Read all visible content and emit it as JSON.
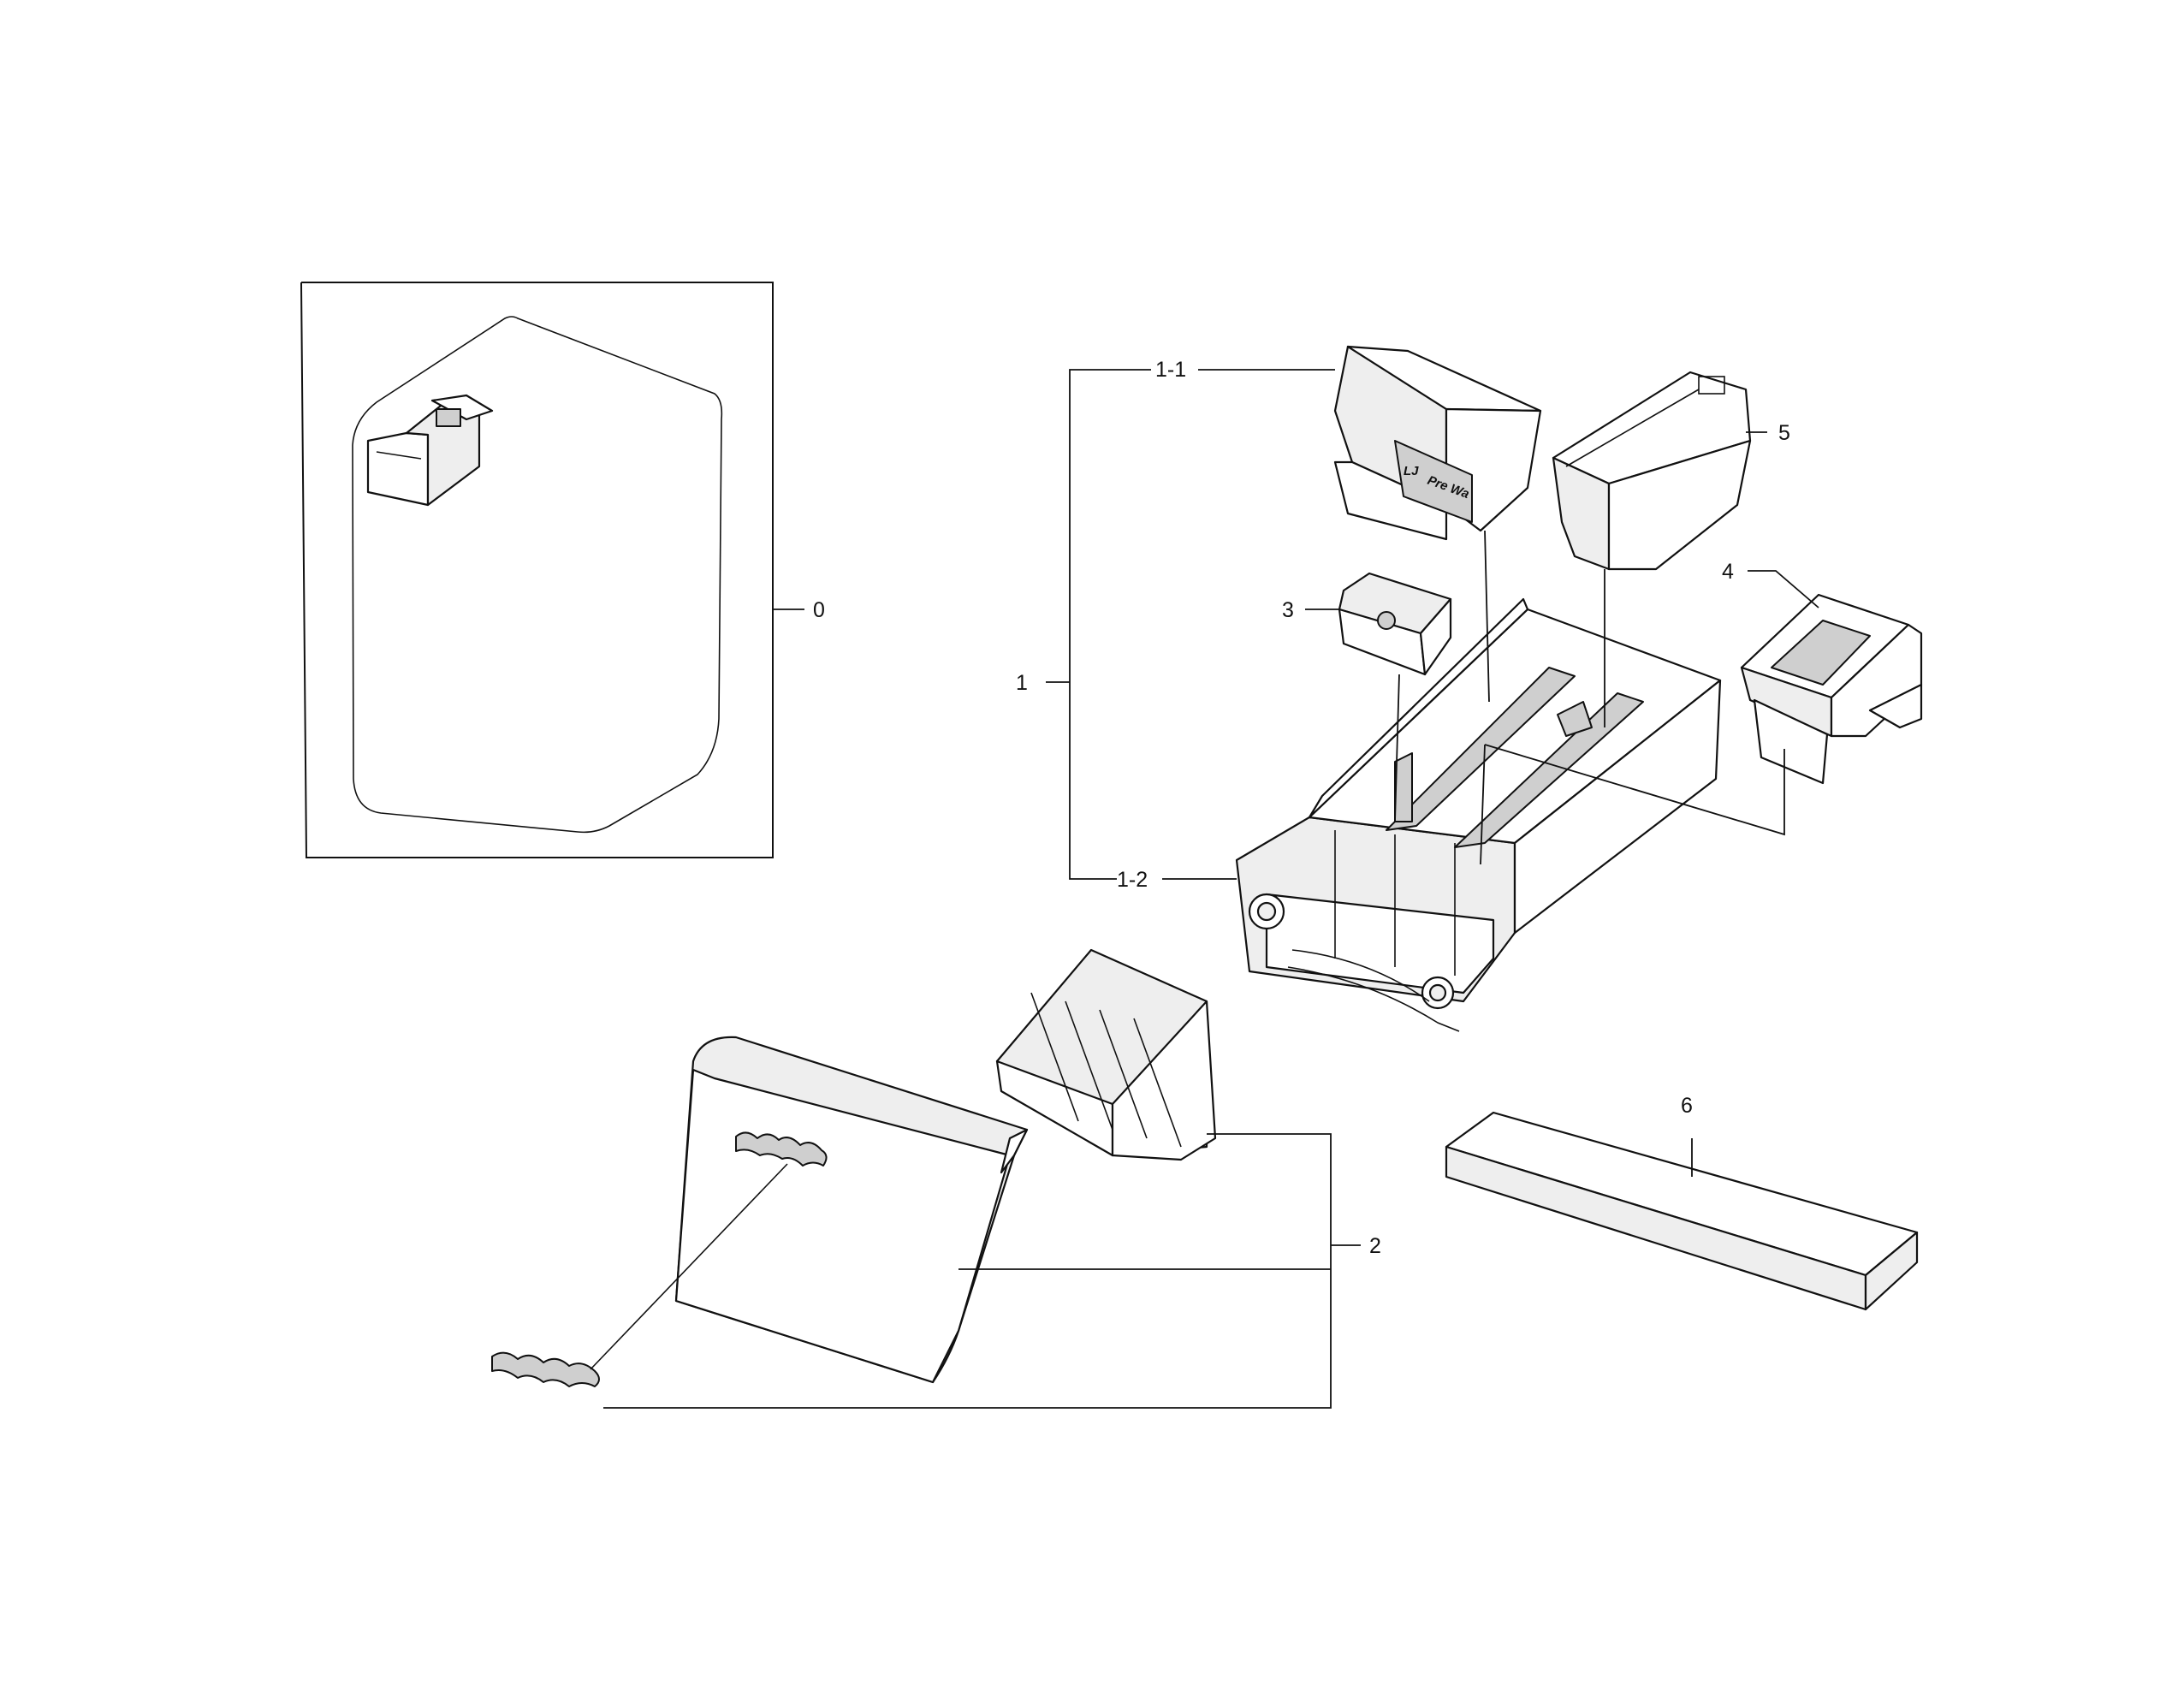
{
  "diagram": {
    "callouts": {
      "c0": "0",
      "c1": "1",
      "c1_1": "1-1",
      "c1_2": "1-2",
      "c2": "2",
      "c3": "3",
      "c4": "4",
      "c5": "5",
      "c6": "6"
    },
    "drawer_markings": {
      "pre_wash": "Pre Wa",
      "icon_text": "LJ"
    }
  }
}
